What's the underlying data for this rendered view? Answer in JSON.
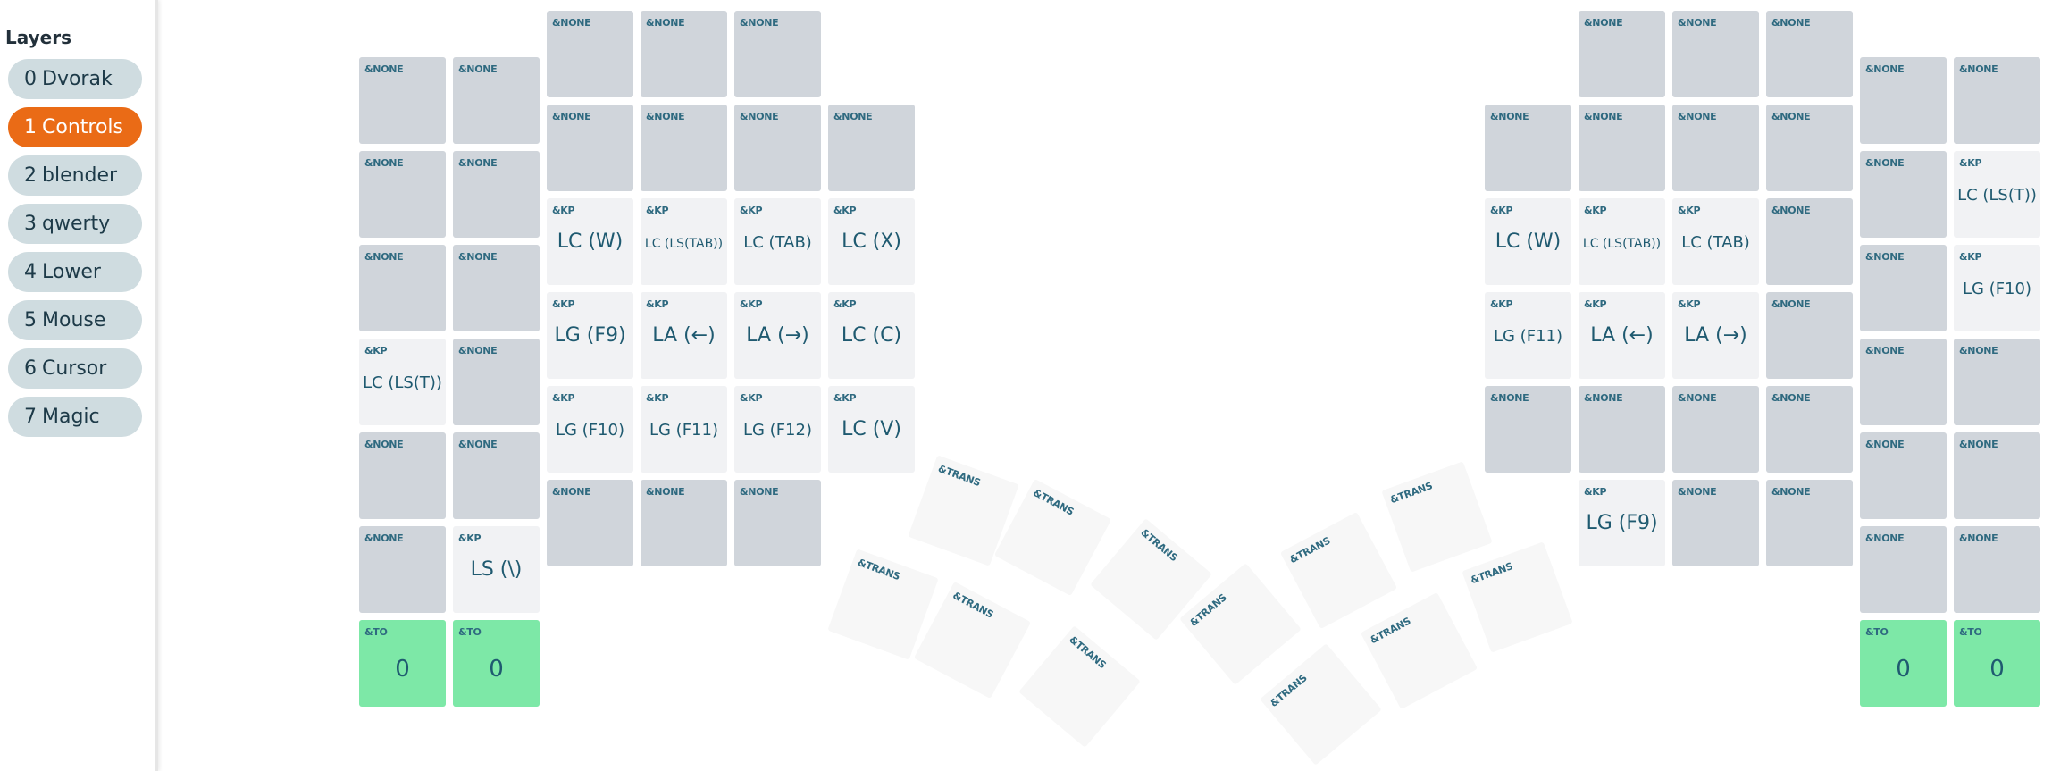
{
  "sidebar": {
    "title": "Layers",
    "layers": [
      {
        "index": "0",
        "name": "Dvorak",
        "active": false
      },
      {
        "index": "1",
        "name": "Controls",
        "active": true
      },
      {
        "index": "2",
        "name": "blender",
        "active": false
      },
      {
        "index": "3",
        "name": "qwerty",
        "active": false
      },
      {
        "index": "4",
        "name": "Lower",
        "active": false
      },
      {
        "index": "5",
        "name": "Mouse",
        "active": false
      },
      {
        "index": "6",
        "name": "Cursor",
        "active": false
      },
      {
        "index": "7",
        "name": "Magic",
        "active": false
      }
    ]
  },
  "keys": [
    {
      "k": "none",
      "t": "&NONE",
      "l": ""
    },
    {
      "k": "none",
      "t": "&NONE",
      "l": ""
    },
    {
      "k": "none",
      "t": "&NONE",
      "l": ""
    },
    {
      "k": "none",
      "t": "&NONE",
      "l": ""
    },
    {
      "k": "none",
      "t": "&NONE",
      "l": ""
    },
    {
      "k": "none",
      "t": "&NONE",
      "l": ""
    },
    {
      "k": "none",
      "t": "&NONE",
      "l": ""
    },
    {
      "k": "none",
      "t": "&NONE",
      "l": ""
    },
    {
      "k": "none",
      "t": "&NONE",
      "l": ""
    },
    {
      "k": "none",
      "t": "&NONE",
      "l": ""
    },
    {
      "k": "none",
      "t": "&NONE",
      "l": ""
    },
    {
      "k": "none",
      "t": "&NONE",
      "l": ""
    },
    {
      "k": "kp",
      "t": "&KP",
      "l": "LC (W)"
    },
    {
      "k": "kp",
      "t": "&KP",
      "l": "LC (LS(TAB))",
      "s": "xs"
    },
    {
      "k": "kp",
      "t": "&KP",
      "l": "LC (TAB)",
      "s": "sm"
    },
    {
      "k": "kp",
      "t": "&KP",
      "l": "LC (X)"
    },
    {
      "k": "none",
      "t": "&NONE",
      "l": ""
    },
    {
      "k": "kp",
      "t": "&KP",
      "l": "LC (LS(T))",
      "s": "sm"
    },
    {
      "k": "kp",
      "t": "&KP",
      "l": "LG (F9)"
    },
    {
      "k": "kp",
      "t": "&KP",
      "l": "LA (←)"
    },
    {
      "k": "kp",
      "t": "&KP",
      "l": "LA (→)"
    },
    {
      "k": "kp",
      "t": "&KP",
      "l": "LC (C)"
    },
    {
      "k": "none",
      "t": "&NONE",
      "l": ""
    },
    {
      "k": "none",
      "t": "&NONE",
      "l": ""
    },
    {
      "k": "kp",
      "t": "&KP",
      "l": "LG (F10)",
      "s": "sm"
    },
    {
      "k": "kp",
      "t": "&KP",
      "l": "LG (F11)",
      "s": "sm"
    },
    {
      "k": "kp",
      "t": "&KP",
      "l": "LG (F12)",
      "s": "sm"
    },
    {
      "k": "kp",
      "t": "&KP",
      "l": "LC (V)"
    },
    {
      "k": "none",
      "t": "&NONE",
      "l": ""
    },
    {
      "k": "none",
      "t": "&NONE",
      "l": ""
    },
    {
      "k": "kp",
      "t": "&KP",
      "l": "LS (\\)"
    },
    {
      "k": "none",
      "t": "&NONE",
      "l": ""
    },
    {
      "k": "none",
      "t": "&NONE",
      "l": ""
    },
    {
      "k": "none",
      "t": "&NONE",
      "l": ""
    },
    {
      "k": "to",
      "t": "&TO",
      "l": "0",
      "s": "big"
    },
    {
      "k": "trans",
      "t": "&TRANS",
      "l": ""
    },
    {
      "k": "trans",
      "t": "&TRANS",
      "l": ""
    },
    {
      "k": "trans",
      "t": "&TRANS",
      "l": ""
    },
    {
      "k": "trans",
      "t": "&TRANS",
      "l": ""
    },
    {
      "k": "trans",
      "t": "&TRANS",
      "l": ""
    },
    {
      "k": "trans",
      "t": "&TRANS",
      "l": ""
    },
    {
      "k": "none",
      "t": "&NONE",
      "l": ""
    },
    {
      "k": "none",
      "t": "&NONE",
      "l": ""
    },
    {
      "k": "none",
      "t": "&NONE",
      "l": ""
    },
    {
      "k": "none",
      "t": "&NONE",
      "l": ""
    },
    {
      "k": "none",
      "t": "&NONE",
      "l": ""
    },
    {
      "k": "none",
      "t": "&NONE",
      "l": ""
    },
    {
      "k": "none",
      "t": "&NONE",
      "l": ""
    },
    {
      "k": "none",
      "t": "&NONE",
      "l": ""
    },
    {
      "k": "none",
      "t": "&NONE",
      "l": ""
    },
    {
      "k": "none",
      "t": "&NONE",
      "l": ""
    },
    {
      "k": "kp",
      "t": "&KP",
      "l": "LC (LS(T))",
      "s": "sm"
    },
    {
      "k": "kp",
      "t": "&KP",
      "l": "LC (W)"
    },
    {
      "k": "kp",
      "t": "&KP",
      "l": "LC (LS(TAB))",
      "s": "xs"
    },
    {
      "k": "kp",
      "t": "&KP",
      "l": "LC (TAB)",
      "s": "sm"
    },
    {
      "k": "none",
      "t": "&NONE",
      "l": ""
    },
    {
      "k": "none",
      "t": "&NONE",
      "l": ""
    },
    {
      "k": "kp",
      "t": "&KP",
      "l": "LG (F10)",
      "s": "sm"
    },
    {
      "k": "kp",
      "t": "&KP",
      "l": "LG (F11)",
      "s": "sm"
    },
    {
      "k": "kp",
      "t": "&KP",
      "l": "LA (←)"
    },
    {
      "k": "kp",
      "t": "&KP",
      "l": "LA (→)"
    },
    {
      "k": "none",
      "t": "&NONE",
      "l": ""
    },
    {
      "k": "none",
      "t": "&NONE",
      "l": ""
    },
    {
      "k": "none",
      "t": "&NONE",
      "l": ""
    },
    {
      "k": "none",
      "t": "&NONE",
      "l": ""
    },
    {
      "k": "none",
      "t": "&NONE",
      "l": ""
    },
    {
      "k": "none",
      "t": "&NONE",
      "l": ""
    },
    {
      "k": "none",
      "t": "&NONE",
      "l": ""
    },
    {
      "k": "none",
      "t": "&NONE",
      "l": ""
    },
    {
      "k": "none",
      "t": "&NONE",
      "l": ""
    },
    {
      "k": "kp",
      "t": "&KP",
      "l": "LG (F9)"
    },
    {
      "k": "none",
      "t": "&NONE",
      "l": ""
    },
    {
      "k": "none",
      "t": "&NONE",
      "l": ""
    },
    {
      "k": "none",
      "t": "&NONE",
      "l": ""
    },
    {
      "k": "none",
      "t": "&NONE",
      "l": ""
    },
    {
      "k": "to",
      "t": "&TO",
      "l": "0",
      "s": "big"
    },
    {
      "k": "trans",
      "t": "&TRANS",
      "l": ""
    },
    {
      "k": "trans",
      "t": "&TRANS",
      "l": ""
    },
    {
      "k": "trans",
      "t": "&TRANS",
      "l": ""
    },
    {
      "k": "trans",
      "t": "&TRANS",
      "l": ""
    },
    {
      "k": "trans",
      "t": "&TRANS",
      "l": ""
    },
    {
      "k": "trans",
      "t": "&TRANS",
      "l": ""
    }
  ]
}
